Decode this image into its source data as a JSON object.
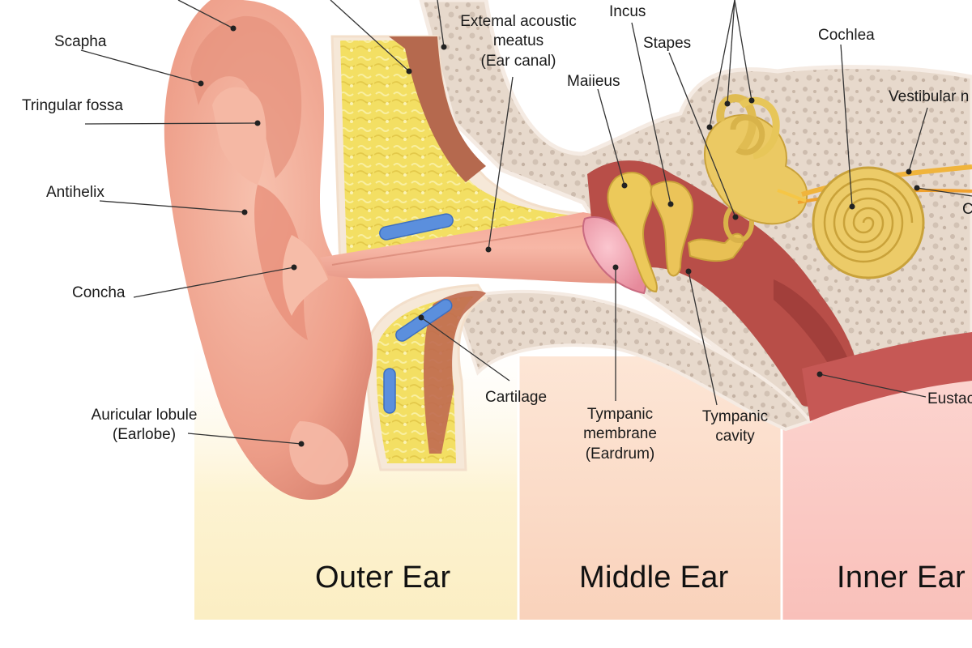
{
  "labels": {
    "scapha": "Scapha",
    "triangular_fossa": "Tringular fossa",
    "antihelix": "Antihelix",
    "concha": "Concha",
    "auricular_lobule": [
      "Auricular lobule",
      "(Earlobe)"
    ],
    "external_meatus": [
      "Extemal acoustic",
      "meatus",
      "(Ear canal)"
    ],
    "incus": "Incus",
    "stapes": "Stapes",
    "malleus": "Maiieus",
    "cochlea": "Cochlea",
    "vestibular": "Vestibular n",
    "cochlear_partial": "C",
    "cartilage": "Cartilage",
    "tympanic_membrane": [
      "Tympanic",
      "membrane",
      "(Eardrum)"
    ],
    "tympanic_cavity": [
      "Tympanic",
      "cavity"
    ],
    "eustachian": "Eustac"
  },
  "regions": {
    "outer": "Outer Ear",
    "middle": "Middle Ear",
    "inner": "Inner Ear"
  },
  "colors": {
    "outer_band": "#fdf3d2",
    "middle_band": "#fbd9c3",
    "inner_band": "#fbc9c4",
    "skin": "#f2a48f",
    "bone": "#e6d7c8",
    "fat": "#f1dd62",
    "ossicles": "#e9c65a",
    "cavity": "#b44a46",
    "leader_line": "#333333"
  }
}
